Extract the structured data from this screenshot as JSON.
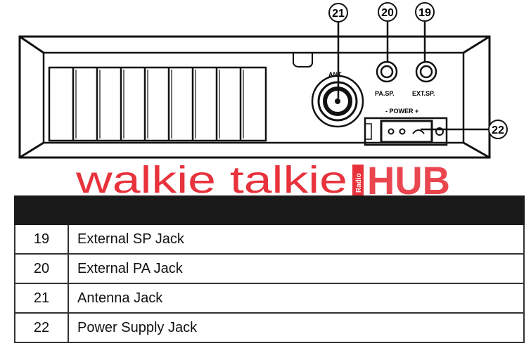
{
  "callouts": {
    "c19": "19",
    "c20": "20",
    "c21": "21",
    "c22": "22"
  },
  "labels": {
    "ant": "ANT.",
    "pa_sp": "PA.SP.",
    "ext_sp": "EXT.SP.",
    "power": "- POWER +"
  },
  "watermark": {
    "walkie": "walkie talkie",
    "radio": "Radio",
    "hub": "HUB",
    "color": "#e8323c"
  },
  "table": {
    "headers": [
      "",
      ""
    ],
    "rows": [
      {
        "num": "19",
        "desc": "External SP Jack"
      },
      {
        "num": "20",
        "desc": "External  PA Jack"
      },
      {
        "num": "21",
        "desc": "Antenna Jack"
      },
      {
        "num": "22",
        "desc": "Power Supply Jack"
      }
    ]
  }
}
